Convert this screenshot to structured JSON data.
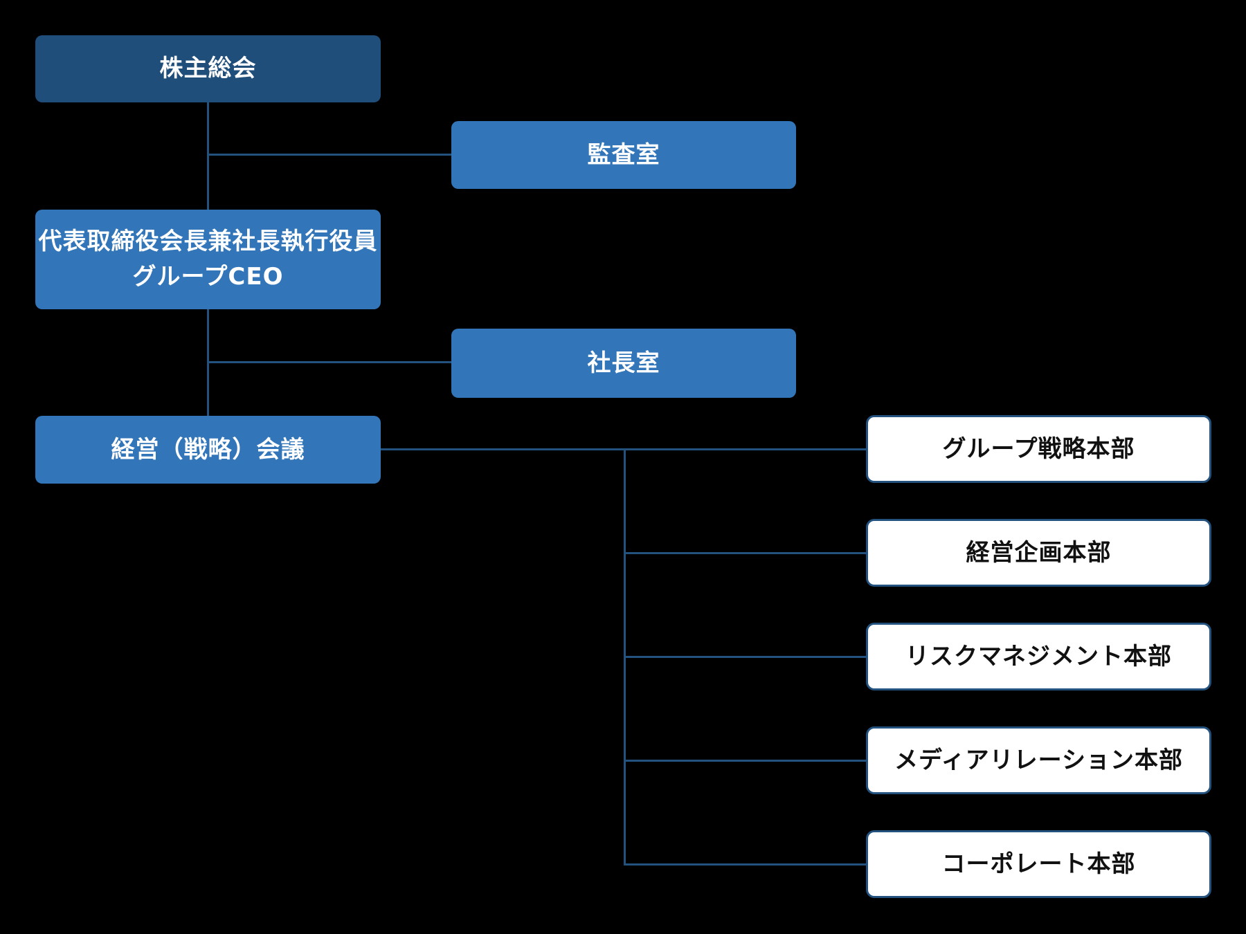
{
  "colors": {
    "background": "#000000",
    "dark_box_fill": "#204E7B",
    "medium_box_fill": "#3276B9",
    "white_box_fill": "#FFFFFF",
    "white_box_border": "#24527F",
    "connector_line": "#24527F",
    "text_on_blue": "#FFFFFF",
    "text_on_white": "#111111"
  },
  "org_chart": {
    "shareholders": {
      "label": "株主総会"
    },
    "audit_office": {
      "label": "監査室"
    },
    "group_ceo": {
      "label_line1": "代表取締役会長兼社長執行役員",
      "label_line2": "グループCEO"
    },
    "president_office": {
      "label": "社長室"
    },
    "management_meeting": {
      "label": "経営（戦略）会議"
    },
    "divisions": [
      {
        "label": "グループ戦略本部"
      },
      {
        "label": "経営企画本部"
      },
      {
        "label": "リスクマネジメント本部"
      },
      {
        "label": "メディアリレーション本部"
      },
      {
        "label": "コーポレート本部"
      }
    ]
  }
}
